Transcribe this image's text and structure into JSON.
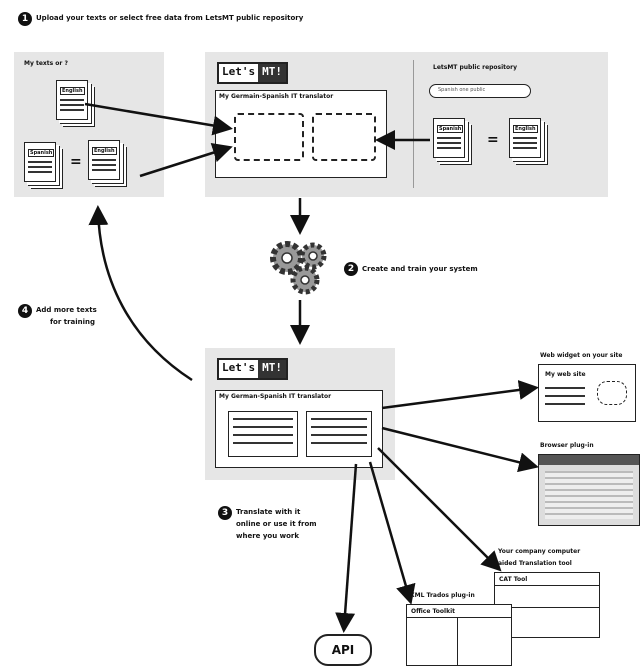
{
  "step1": {
    "num": "1",
    "text": "Upload your texts or select free data from LetsMT public repository"
  },
  "my_texts": {
    "label": "My texts or  ?"
  },
  "lets_mt_top": {
    "logo_a": "Let's",
    "logo_b": "MT!"
  },
  "system_top": {
    "title": "My Germain-Spanish IT translator"
  },
  "public_repo": {
    "label": "LetsMT public repository",
    "search": "Spanish one public"
  },
  "docs": {
    "label": "Spanish",
    "label_b": "English"
  },
  "step2": {
    "num": "2",
    "text": "Create and train your system"
  },
  "step4": {
    "num": "4",
    "text_line1": "Add more texts",
    "text_line2": "for training"
  },
  "lets_mt_bottom": {
    "logo_a": "Let's",
    "logo_b": "MT!"
  },
  "system_bottom": {
    "title": "My German-Spanish IT translator"
  },
  "step3": {
    "num": "3",
    "text_line1": "Translate with it",
    "text_line2": "online or use it from",
    "text_line3": "where you work"
  },
  "web_widget": {
    "label": "Web widget on your site",
    "inner": "My web site"
  },
  "browser_plugin": {
    "label": "Browser plug-in"
  },
  "translation_tool": {
    "label_line1": "Your company computer",
    "label_line2": "aided Translation tool",
    "inner": "CAT Tool"
  },
  "office_plugin": {
    "label": "XML Trados plug-in",
    "inner": "Office Toolkit"
  },
  "api": {
    "label": "API"
  }
}
